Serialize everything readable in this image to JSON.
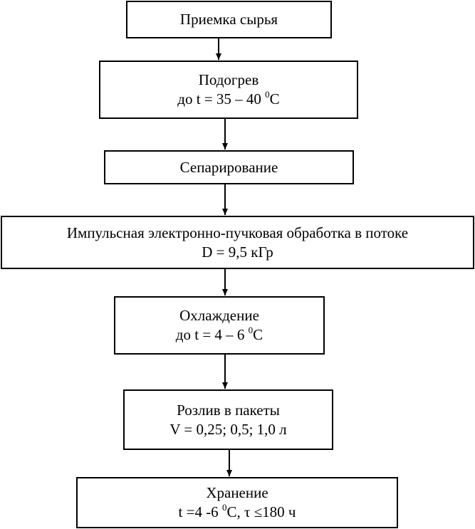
{
  "steps": [
    {
      "lines": [
        "Приемка сырья"
      ]
    },
    {
      "lines": [
        "Подогрев"
      ],
      "temp": {
        "prefix": "до t = 35 – 40 ",
        "sup": "0",
        "suffix": "С"
      }
    },
    {
      "lines": [
        "Сепарирование"
      ]
    },
    {
      "lines": [
        "Импульсная электронно-пучковая обработка в потоке",
        "D = 9,5 кГр"
      ]
    },
    {
      "lines": [
        "Охлаждение"
      ],
      "temp": {
        "prefix": "до t = 4 – 6 ",
        "sup": "0",
        "suffix": "С"
      }
    },
    {
      "lines": [
        "Розлив в пакеты",
        "V = 0,25; 0,5; 1,0 л"
      ]
    },
    {
      "lines": [
        "Хранение"
      ],
      "temp": {
        "prefix": "t =4 -6 ",
        "sup": "0",
        "suffix": "С,  τ ≤180 ч"
      }
    }
  ]
}
